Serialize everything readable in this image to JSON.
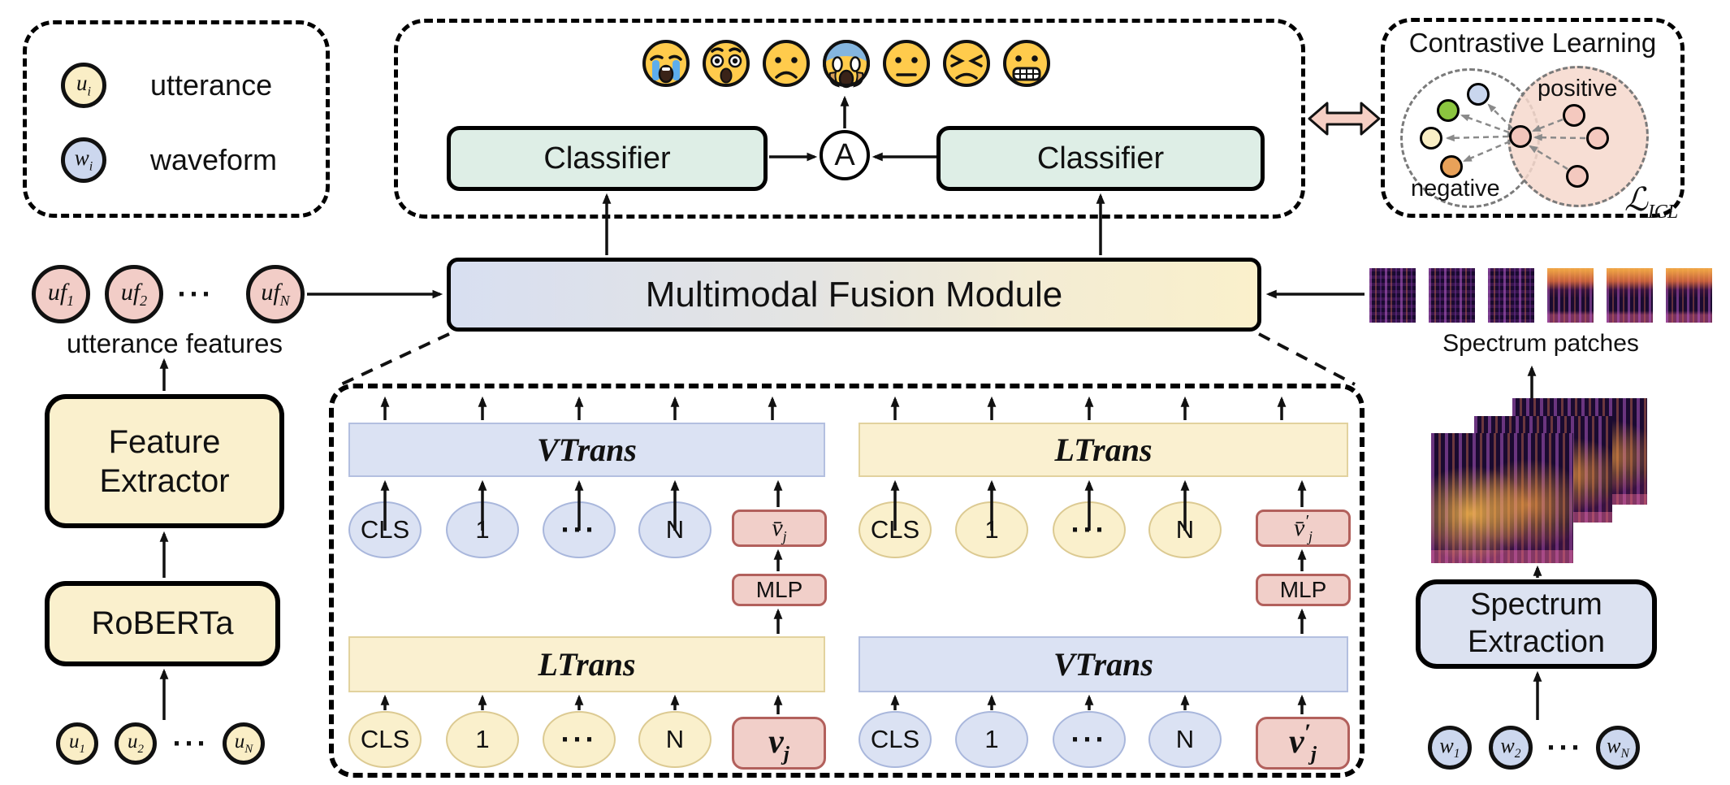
{
  "legend": {
    "items": [
      {
        "symbol_base": "u",
        "symbol_sub": "i",
        "label": "utterance",
        "fill": "#faeec6"
      },
      {
        "symbol_base": "w",
        "symbol_sub": "i",
        "label": "waveform",
        "fill": "#ccd7ee"
      }
    ]
  },
  "output_head": {
    "emotions": [
      "crying",
      "astonished",
      "frowning",
      "screaming",
      "neutral",
      "angry",
      "grimacing"
    ],
    "classifiers": [
      "Classifier",
      "Classifier"
    ],
    "aggregator_label": "A"
  },
  "contrastive": {
    "title": "Contrastive Learning",
    "positive_label": "positive",
    "negative_label": "negative",
    "loss_symbol": "ℒ",
    "loss_subscript": "ICL",
    "negative_dot_colors": [
      "#8bc53f",
      "#c9d6ee",
      "#faefc5",
      "#e8a159"
    ],
    "anchor_dot_color": "#f2c5bb",
    "positive_dot_colors": [
      "#f4c9bf",
      "#f4c9bf",
      "#f4c9bf"
    ],
    "positive_region_color": "#f8ded6"
  },
  "fusion": {
    "label": "Multimodal Fusion Module"
  },
  "text_branch": {
    "feature_tokens": [
      {
        "base": "uf",
        "sub": "1"
      },
      {
        "base": "uf",
        "sub": "2"
      },
      {
        "base": "···",
        "sub": ""
      },
      {
        "base": "uf",
        "sub": "N"
      }
    ],
    "features_label": "utterance features",
    "boxes": [
      "Feature Extractor",
      "RoBERTa"
    ],
    "input_tokens": [
      {
        "base": "u",
        "sub": "1"
      },
      {
        "base": "u",
        "sub": "2"
      },
      {
        "base": "···",
        "sub": ""
      },
      {
        "base": "u",
        "sub": "N"
      }
    ]
  },
  "audio_branch": {
    "patches_label": "Spectrum patches",
    "box": "Spectrum Extraction",
    "input_tokens": [
      {
        "base": "w",
        "sub": "1"
      },
      {
        "base": "w",
        "sub": "2"
      },
      {
        "base": "···",
        "sub": ""
      },
      {
        "base": "w",
        "sub": "N"
      }
    ]
  },
  "fusion_detail": {
    "mlp_label": "MLP",
    "groups": [
      {
        "id": "top-left",
        "trans": "VTrans",
        "theme": "blue",
        "tokens": [
          "CLS",
          "1",
          "···",
          "N"
        ],
        "vec": {
          "base": "v̄",
          "sub": "j",
          "prime": ""
        }
      },
      {
        "id": "top-right",
        "trans": "LTrans",
        "theme": "yellow",
        "tokens": [
          "CLS",
          "1",
          "···",
          "N"
        ],
        "vec": {
          "base": "v̄",
          "sub": "j",
          "prime": "′"
        }
      },
      {
        "id": "bottom-left",
        "trans": "LTrans",
        "theme": "yellow",
        "tokens": [
          "CLS",
          "1",
          "···",
          "N"
        ],
        "vec": {
          "base": "v",
          "sub": "j",
          "prime": ""
        }
      },
      {
        "id": "bottom-right",
        "trans": "VTrans",
        "theme": "blue",
        "tokens": [
          "CLS",
          "1",
          "···",
          "N"
        ],
        "vec": {
          "base": "v",
          "sub": "j",
          "prime": "′"
        }
      }
    ]
  }
}
